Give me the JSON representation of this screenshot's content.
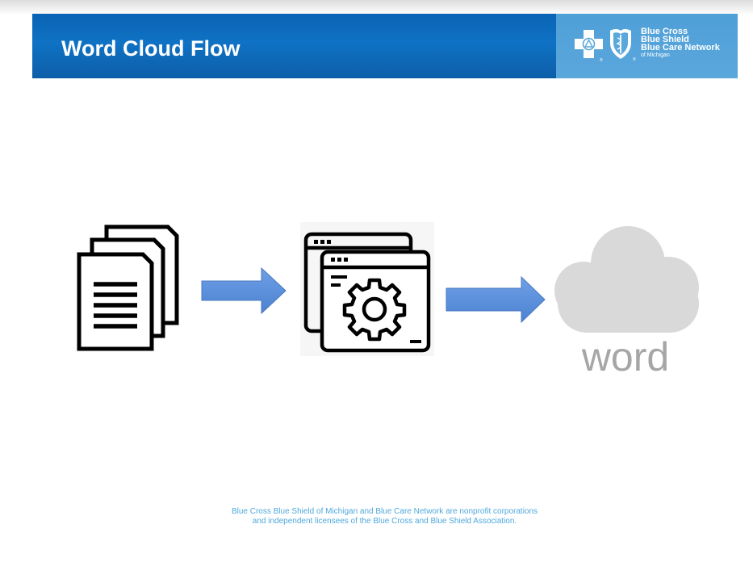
{
  "header": {
    "title": "Word Cloud Flow",
    "logo": {
      "line1": "Blue Cross",
      "line2": "Blue Shield",
      "line3": "Blue Care Network",
      "line4": "of Michigan",
      "icons": [
        "cross-icon",
        "shield-icon"
      ]
    }
  },
  "diagram": {
    "nodes": [
      {
        "id": "documents",
        "icon": "documents-icon"
      },
      {
        "id": "processing",
        "icon": "settings-window-icon"
      },
      {
        "id": "word-cloud",
        "icon": "cloud-icon",
        "label": "word"
      }
    ],
    "edges": [
      {
        "from": "documents",
        "to": "processing"
      },
      {
        "from": "processing",
        "to": "word-cloud"
      }
    ],
    "colors": {
      "arrow_fill": "#5b8fd8",
      "arrow_stroke": "#4a78bf",
      "cloud": "#d9d9d9",
      "cloud_text": "#a6a6a6"
    }
  },
  "footer": {
    "line1": "Blue Cross Blue Shield of Michigan and Blue Care Network are nonprofit corporations",
    "line2": "and independent licensees of the Blue Cross and Blue Shield Association."
  },
  "colors": {
    "header_blue": "#0f6fc0",
    "logo_panel": "#5aa7dc",
    "footer_text": "#4fa8dc"
  }
}
